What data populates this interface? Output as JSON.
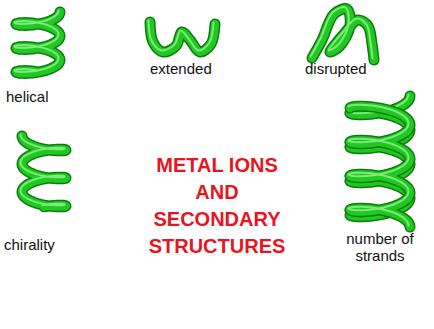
{
  "diagram": {
    "title": "METAL IONS AND SECONDARY STRUCTURES",
    "labels": [
      "helical",
      "extended",
      "disrupted",
      "chirality",
      "number of strands"
    ]
  }
}
